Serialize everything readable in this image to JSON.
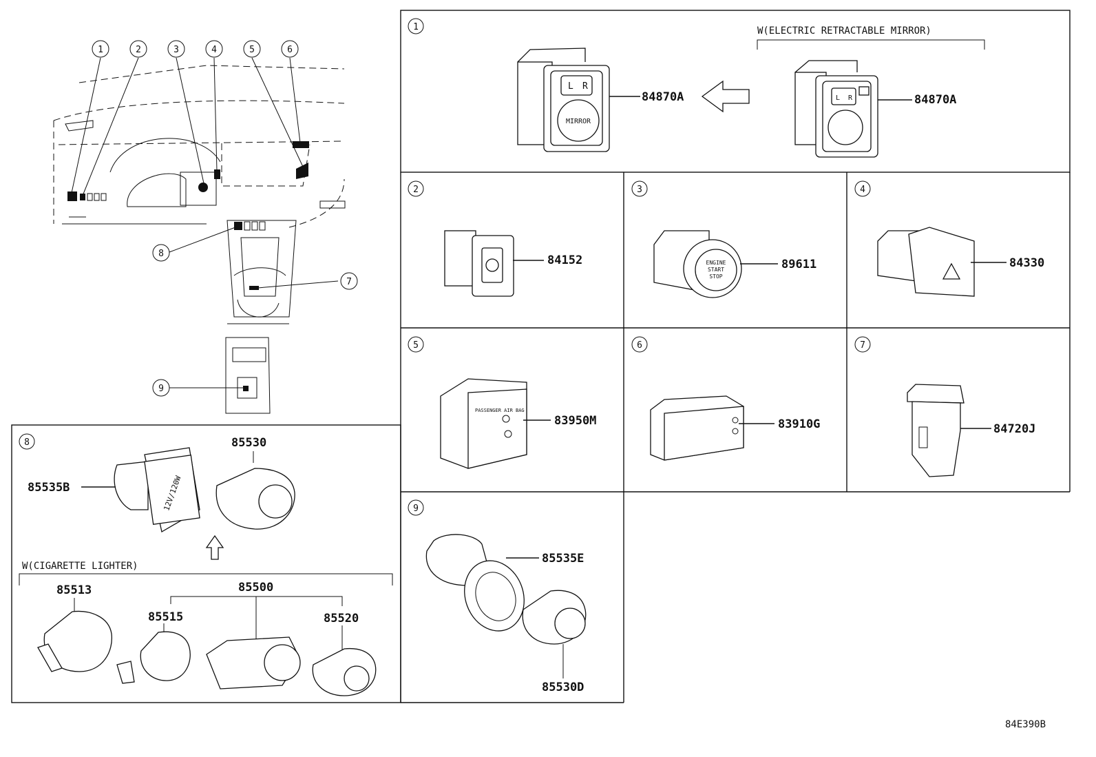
{
  "diagram_code": "84E390B",
  "overview": {
    "callouts": [
      "1",
      "2",
      "3",
      "4",
      "5",
      "6",
      "7",
      "8",
      "9"
    ]
  },
  "panels": {
    "p1": {
      "num": "1",
      "caption": "W(ELECTRIC RETRACTABLE MIRROR)",
      "part_left": "84870A",
      "part_right": "84870A"
    },
    "p2": {
      "num": "2",
      "part": "84152"
    },
    "p3": {
      "num": "3",
      "part": "89611",
      "switch_text": [
        "ENGINE",
        "START",
        "STOP"
      ]
    },
    "p4": {
      "num": "4",
      "part": "84330"
    },
    "p5": {
      "num": "5",
      "part": "83950M",
      "label_text": "PASSENGER AIR BAG"
    },
    "p6": {
      "num": "6",
      "part": "83910G"
    },
    "p7": {
      "num": "7",
      "part": "84720J"
    },
    "p8": {
      "num": "8",
      "socket_label": "12V/120W",
      "parts_top": [
        "85535B",
        "85530"
      ],
      "caption": "W(CIGARETTE LIGHTER)",
      "parts_bottom": [
        "85513",
        "85500",
        "85515",
        "85520"
      ]
    },
    "p9": {
      "num": "9",
      "parts": [
        "85535E",
        "85530D"
      ]
    }
  },
  "mirror_switch": {
    "left": "L",
    "right": "R",
    "knob": "MIRROR"
  }
}
